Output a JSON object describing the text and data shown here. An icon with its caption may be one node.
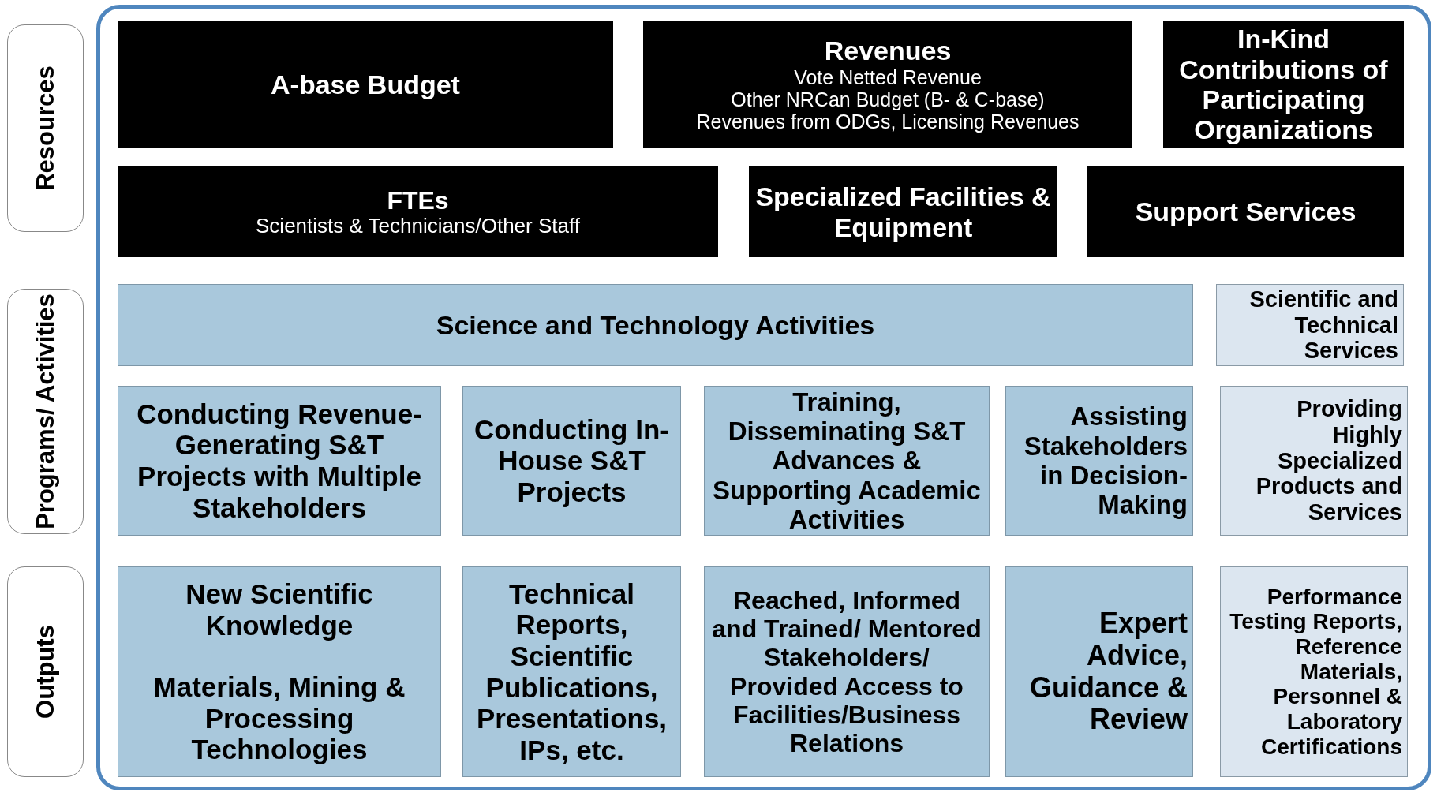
{
  "diagram": {
    "nodes": [
      {
        "text": [
          "Resources"
        ]
      },
      {
        "text": [
          "Programs/ Activities"
        ]
      },
      {
        "text": [
          "Outputs"
        ]
      },
      {
        "text": [
          "A-base Budget"
        ]
      },
      {
        "text": [
          "Revenues",
          "Vote Netted Revenue",
          "Other NRCan Budget (B- & C-base)",
          "Revenues from ODGs, Licensing Revenues"
        ]
      },
      {
        "text": [
          "In-Kind Contributions of Participating Organizations"
        ]
      },
      {
        "text": [
          "FTEs",
          "Scientists & Technicians/Other Staff"
        ]
      },
      {
        "text": [
          "Specialized Facilities & Equipment"
        ]
      },
      {
        "text": [
          "Support Services"
        ]
      },
      {
        "text": [
          "Science and Technology Activities"
        ]
      },
      {
        "text": [
          "Scientific and Technical Services"
        ]
      },
      {
        "text": [
          "Conducting Revenue-Generating S&T Projects with Multiple Stakeholders"
        ]
      },
      {
        "text": [
          "Conducting In-House S&T Projects"
        ]
      },
      {
        "text": [
          "Training, Disseminating S&T Advances & Supporting Academic Activities"
        ]
      },
      {
        "text": [
          "Assisting Stakeholders in Decision-Making"
        ]
      },
      {
        "text": [
          "Providing Highly Specialized Products and Services"
        ]
      },
      {
        "text": [
          "New Scientific Knowledge",
          "Materials, Mining & Processing Technologies"
        ]
      },
      {
        "text": [
          "Technical Reports, Scientific Publications, Presentations, IPs, etc."
        ]
      },
      {
        "text": [
          "Reached, Informed and Trained/ Mentored Stakeholders/ Provided Access to Facilities/Business Relations"
        ]
      },
      {
        "text": [
          "Expert Advice, Guidance & Review"
        ]
      },
      {
        "text": [
          "Performance Testing Reports, Reference Materials, Personnel & Laboratory Certifications"
        ]
      }
    ]
  }
}
